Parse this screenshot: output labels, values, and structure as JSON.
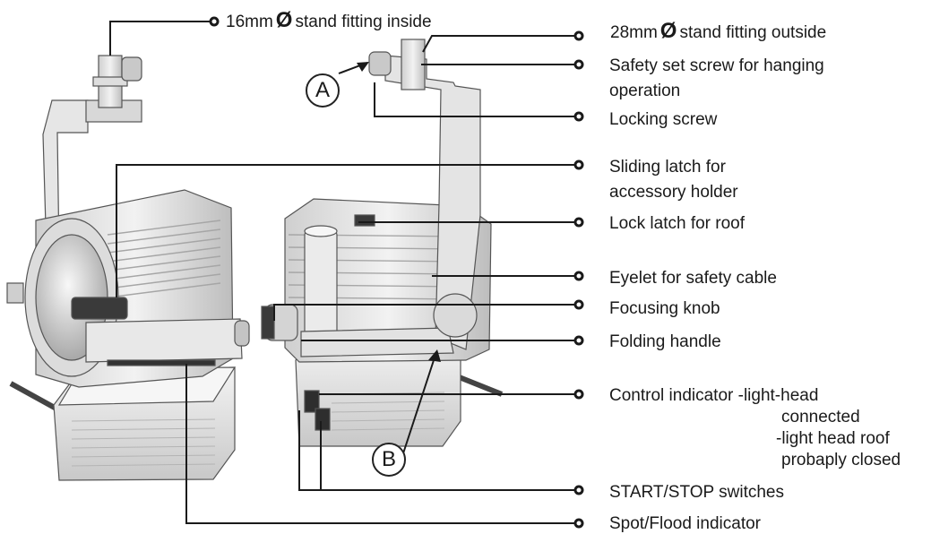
{
  "labels": {
    "stand16_pre": "16mm",
    "stand16_post": "stand fitting inside",
    "stand28_pre": "28mm",
    "stand28_post": "stand fitting outside",
    "diameter_symbol": "Ø",
    "safety_screw_1": "Safety set screw for hanging",
    "safety_screw_2": "operation",
    "locking_screw": "Locking screw",
    "sliding_latch_1": "Sliding latch for",
    "sliding_latch_2": "accessory holder",
    "lock_latch": "Lock latch for roof",
    "eyelet": "Eyelet for safety cable",
    "focusing_knob": "Focusing knob",
    "folding_handle": "Folding handle",
    "control_1": "Control indicator -light-head",
    "control_2": "connected",
    "control_3": "-light head roof",
    "control_4": "probaply closed",
    "start_stop": "START/STOP switches",
    "spot_flood": "Spot/Flood indicator"
  },
  "callouts": {
    "a": "A",
    "b": "B"
  },
  "colors": {
    "line": "#1a1a1a",
    "body_light": "#eeeeee",
    "body_mid": "#d6d6d6",
    "body_dark": "#9a9a9a",
    "edge": "#555555"
  }
}
